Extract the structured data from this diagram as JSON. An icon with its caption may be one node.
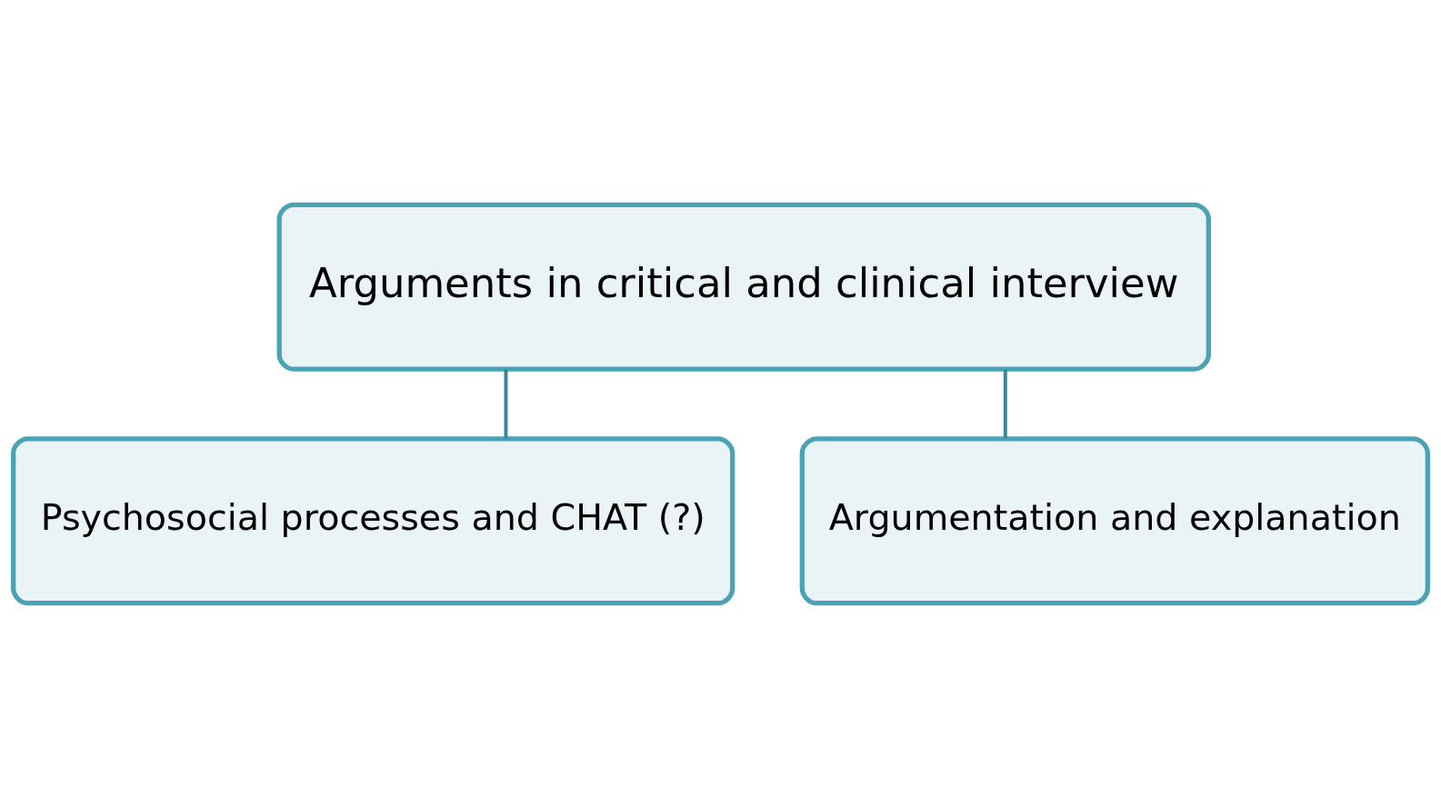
{
  "diagram": {
    "nodes": [
      {
        "text": [
          "Arguments in critical and clinical interview"
        ]
      },
      {
        "text": [
          "Psychosocial processes and CHAT (?)"
        ]
      },
      {
        "text": [
          "Argumentation and explanation"
        ]
      }
    ],
    "edges": [
      {
        "from": 0,
        "to": 1,
        "arrow": "none"
      },
      {
        "from": 0,
        "to": 2,
        "arrow": "none"
      }
    ]
  }
}
